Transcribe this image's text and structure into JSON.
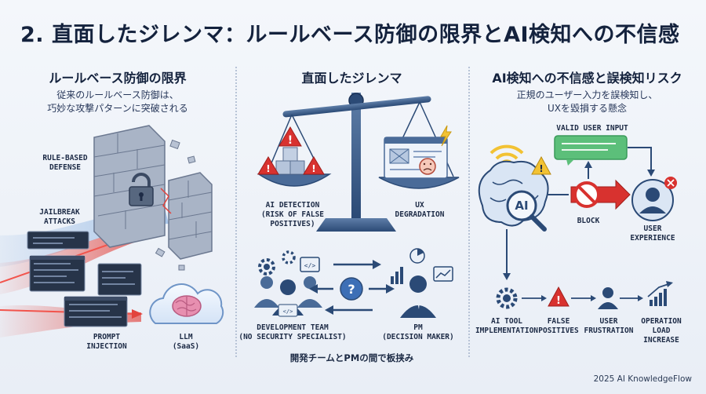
{
  "title": "2. 直面したジレンマ：ルールベース防御の限界とAI検知への不信感",
  "col1": {
    "heading": "ルールベース防御の限界",
    "subtitle_line1": "従来のルールベース防御は、",
    "subtitle_line2": "巧妙な攻撃パターンに突破される",
    "label_rule1": "RULE-BASED",
    "label_rule2": "DEFENSE",
    "label_jail1": "JAILBREAK",
    "label_jail2": "ATTACKS",
    "label_prompt1": "PROMPT",
    "label_prompt2": "INJECTION",
    "label_llm1": "LLM",
    "label_llm2": "(SaaS)"
  },
  "col2": {
    "heading": "直面したジレンマ",
    "ai_detect1": "AI DETECTION",
    "ai_detect2": "(RISK OF FALSE",
    "ai_detect3": "POSITIVES)",
    "ux1": "UX",
    "ux2": "DEGRADATION",
    "dev1": "DEVELOPMENT TEAM",
    "dev2": "(NO SECURITY SPECIALIST)",
    "pm1": "PM",
    "pm2": "(DECISION MAKER)",
    "question": "?",
    "caption": "開発チームとPMの間で板挟み"
  },
  "col3": {
    "heading": "AI検知への不信感と誤検知リスク",
    "subtitle_line1": "正規のユーザー入力を誤検知し、",
    "subtitle_line2": "UXを毀損する懸念",
    "valid_input": "VALID USER INPUT",
    "block": "BLOCK",
    "user1": "USER",
    "user2": "EXPERIENCE",
    "ai": "AI",
    "tool1": "AI TOOL",
    "tool2": "IMPLEMENTATION",
    "fp1": "FALSE",
    "fp2": "POSITIVES",
    "frus1": "USER",
    "frus2": "FRUSTRATION",
    "op1": "OPERATION",
    "op2": "LOAD",
    "op3": "INCREASE"
  },
  "footer": "2025 AI KnowledgeFlow",
  "colors": {
    "navy": "#14223d",
    "alert_red": "#d8322f",
    "warn_yellow": "#f2c233",
    "accent_blue": "#3d6fb6",
    "bubble_green": "#5cbf7a"
  }
}
